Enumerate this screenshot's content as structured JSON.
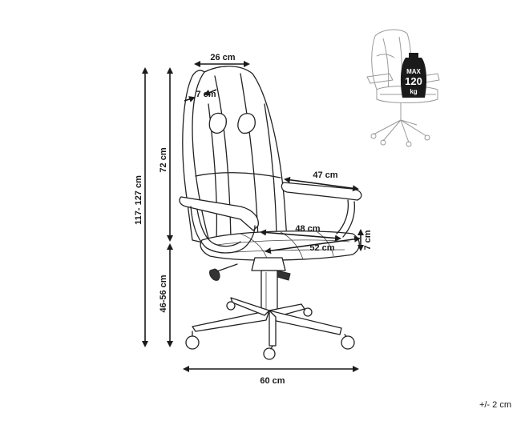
{
  "dimensions": {
    "total_height": "117- 127 cm",
    "backrest_height": "72 cm",
    "seat_height": "46-56 cm",
    "headrest_width": "26 cm",
    "backrest_depth": "7 cm",
    "armrest_length": "47 cm",
    "seat_width": "48 cm",
    "seat_depth": "52 cm",
    "seat_thickness": "7 cm",
    "base_width": "60 cm"
  },
  "max_load": {
    "label": "MAX",
    "value": "120",
    "unit": "kg"
  },
  "tolerance": "+/- 2 cm",
  "colors": {
    "line": "#222222",
    "ghost": "#9a9a9a",
    "badge": "#1a1a1a"
  }
}
